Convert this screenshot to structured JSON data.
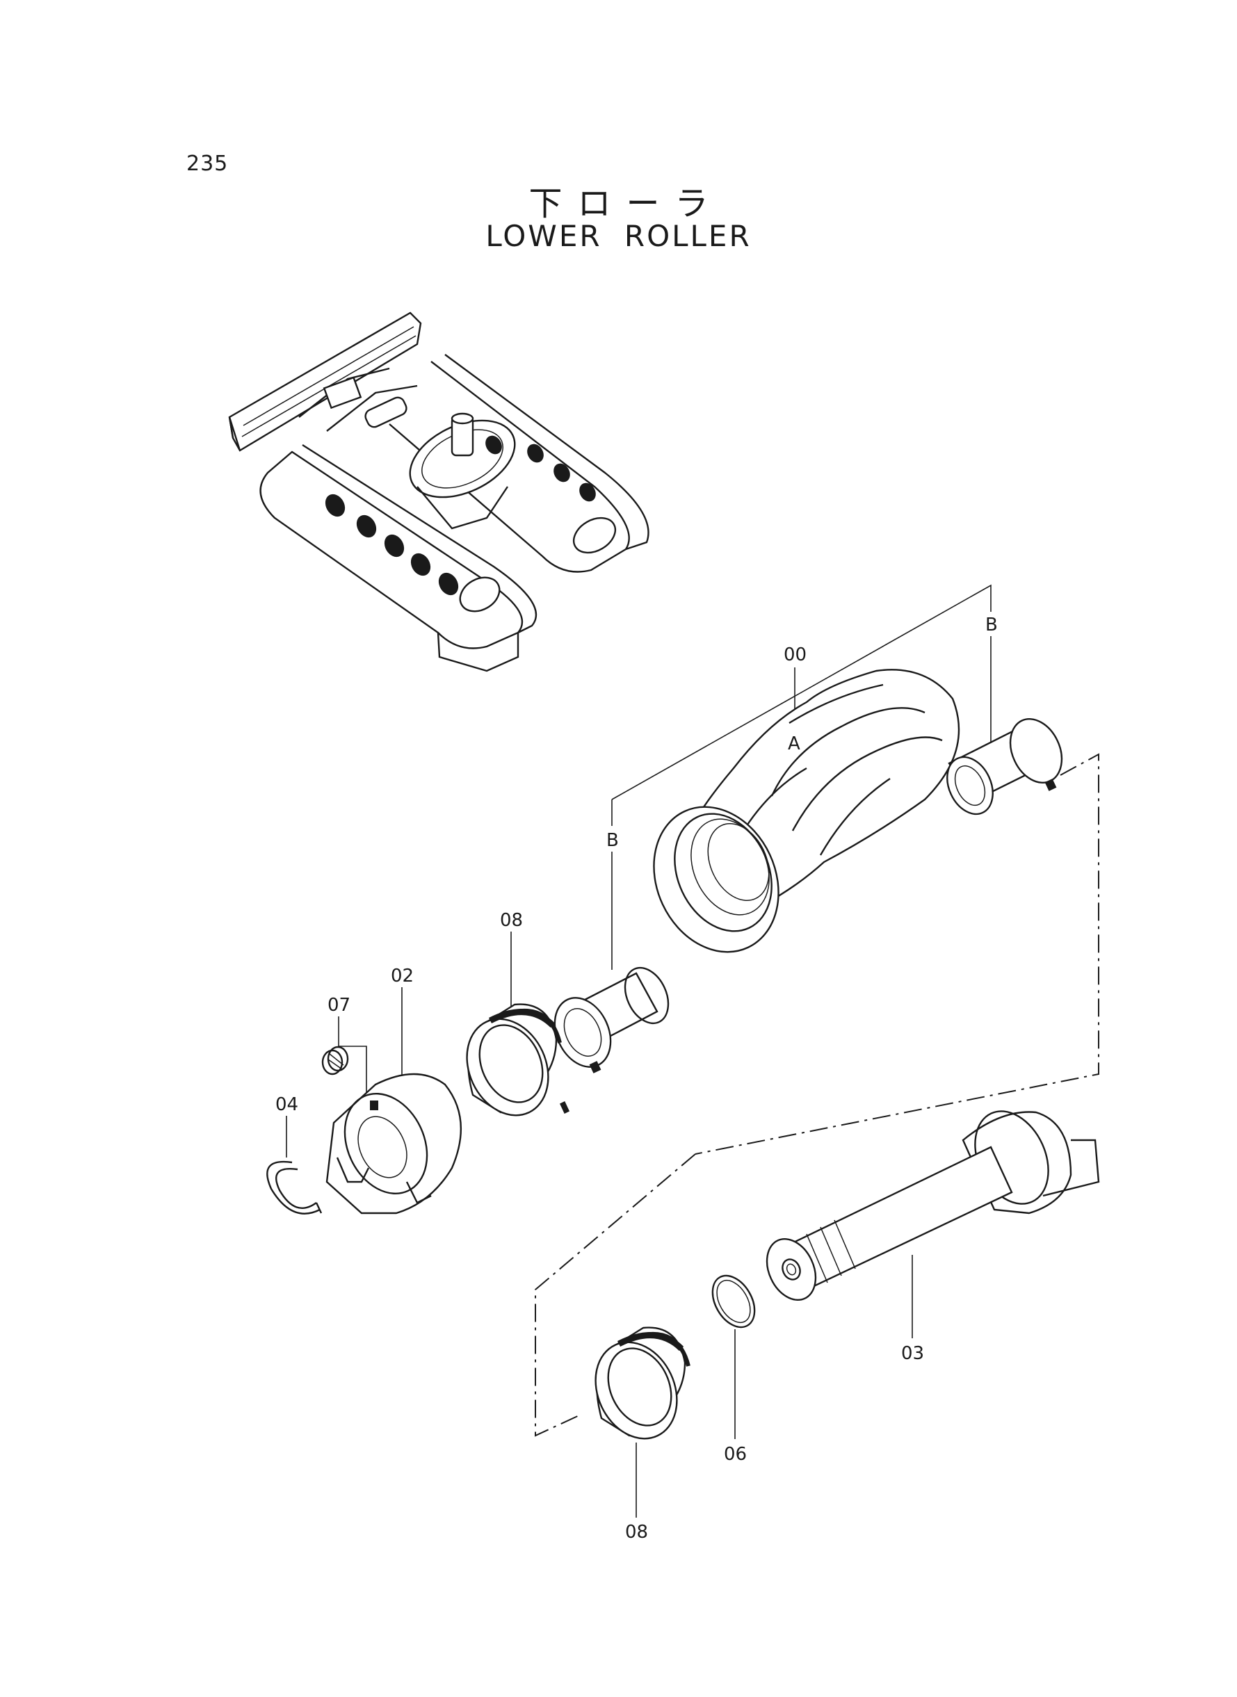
{
  "page_number": "235",
  "title_jp": "下ローラ",
  "title_en": "LOWER ROLLER",
  "callouts": {
    "c00": "00",
    "cA": "A",
    "cB_right": "B",
    "cB_left": "B",
    "c08_top": "08",
    "c02": "02",
    "c07": "07",
    "c04": "04",
    "c03": "03",
    "c06": "06",
    "c08_bottom": "08"
  }
}
